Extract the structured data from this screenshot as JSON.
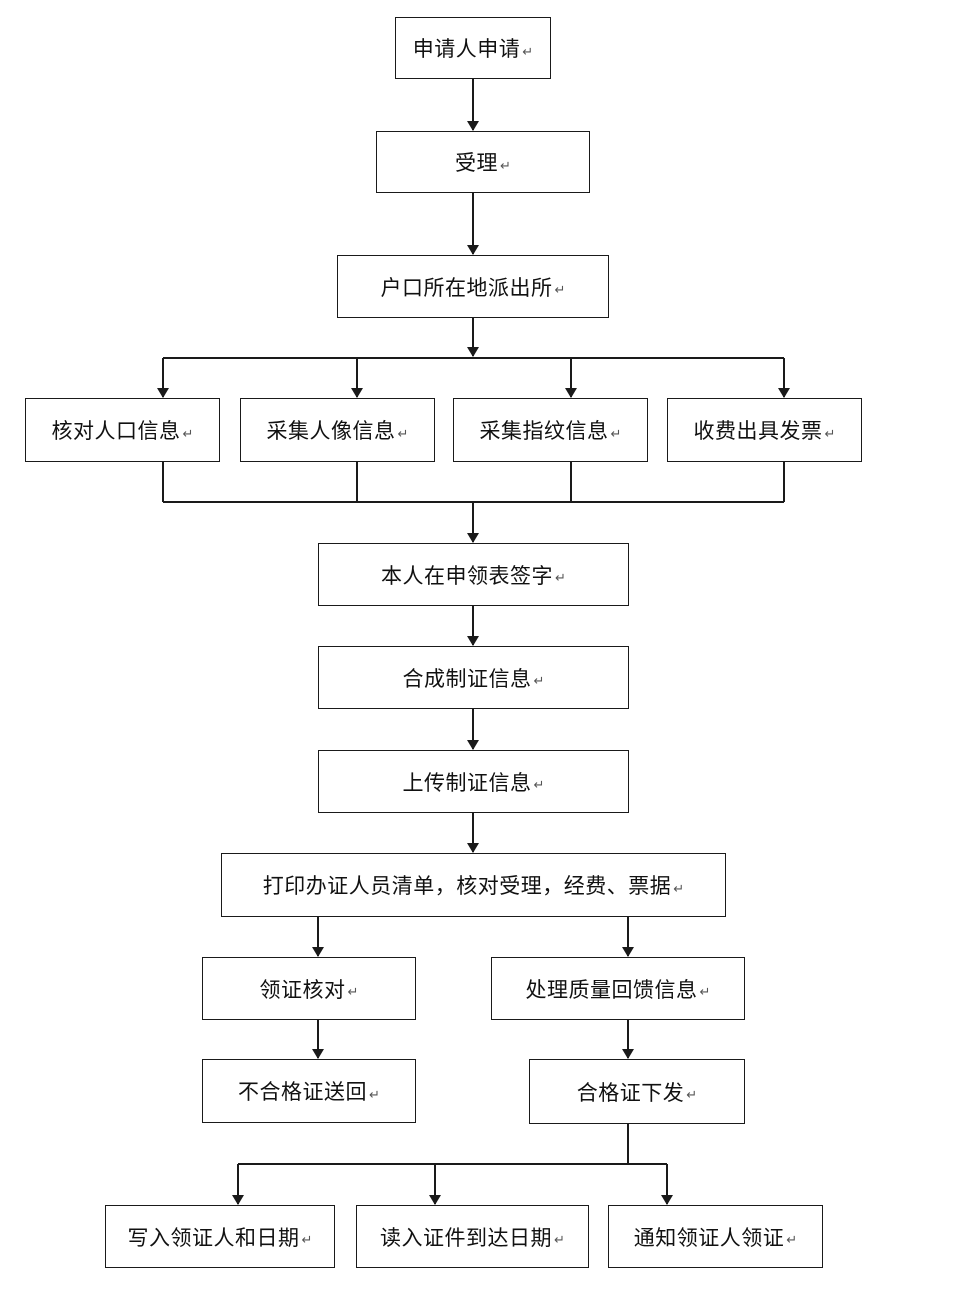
{
  "nodes": {
    "apply": "申请人申请",
    "accept": "受理",
    "police_station": "户口所在地派出所",
    "verify_population": "核对人口信息",
    "collect_portrait": "采集人像信息",
    "collect_fingerprint": "采集指纹信息",
    "fee_invoice": "收费出具发票",
    "sign_form": "本人在申领表签字",
    "compose_info": "合成制证信息",
    "upload_info": "上传制证信息",
    "print_list": "打印办证人员清单，核对受理，经费、票据",
    "check_cert": "领证核对",
    "quality_feedback": "处理质量回馈信息",
    "return_unqualified": "不合格证送回",
    "issue_qualified": "合格证下发",
    "write_recipient": "写入领证人和日期",
    "read_arrival": "读入证件到达日期",
    "notify_pickup": "通知领证人领证"
  },
  "paragraph_mark": "↵",
  "colors": {
    "line": "#1a1a1a",
    "box_border": "#1a1a1a",
    "text": "#111111"
  }
}
